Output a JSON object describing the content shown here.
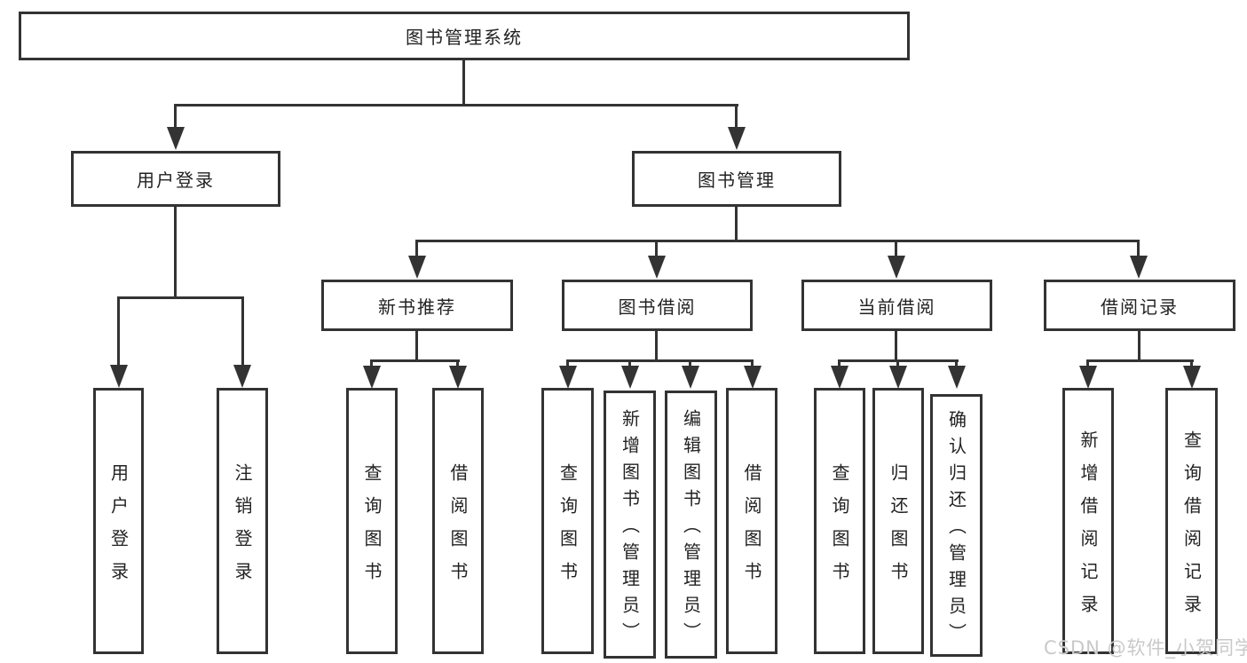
{
  "diagram_title": "图书管理系统",
  "nodes": {
    "root": "图书管理系统",
    "l1": [
      "用户登录",
      "图书管理"
    ],
    "l2": [
      "新书推荐",
      "图书借阅",
      "当前借阅",
      "借阅记录"
    ],
    "leaves_user": [
      "用户登录",
      "注销登录"
    ],
    "leaves_newbook": [
      "查询图书",
      "借阅图书"
    ],
    "leaves_borrow": [
      "查询图书",
      "新增图书（管理员）",
      "编辑图书（管理员）",
      "借阅图书"
    ],
    "leaves_current": [
      "查询图书",
      "归还图书",
      "确认归还（管理员）"
    ],
    "leaves_record": [
      "新增借阅记录",
      "查询借阅记录"
    ]
  },
  "watermark": "CSDN @软件_小贺同学",
  "colors": {
    "line": "#333333",
    "box_border": "#333333",
    "text": "#222222",
    "watermark": "#c9c9c9",
    "background": "#ffffff"
  }
}
